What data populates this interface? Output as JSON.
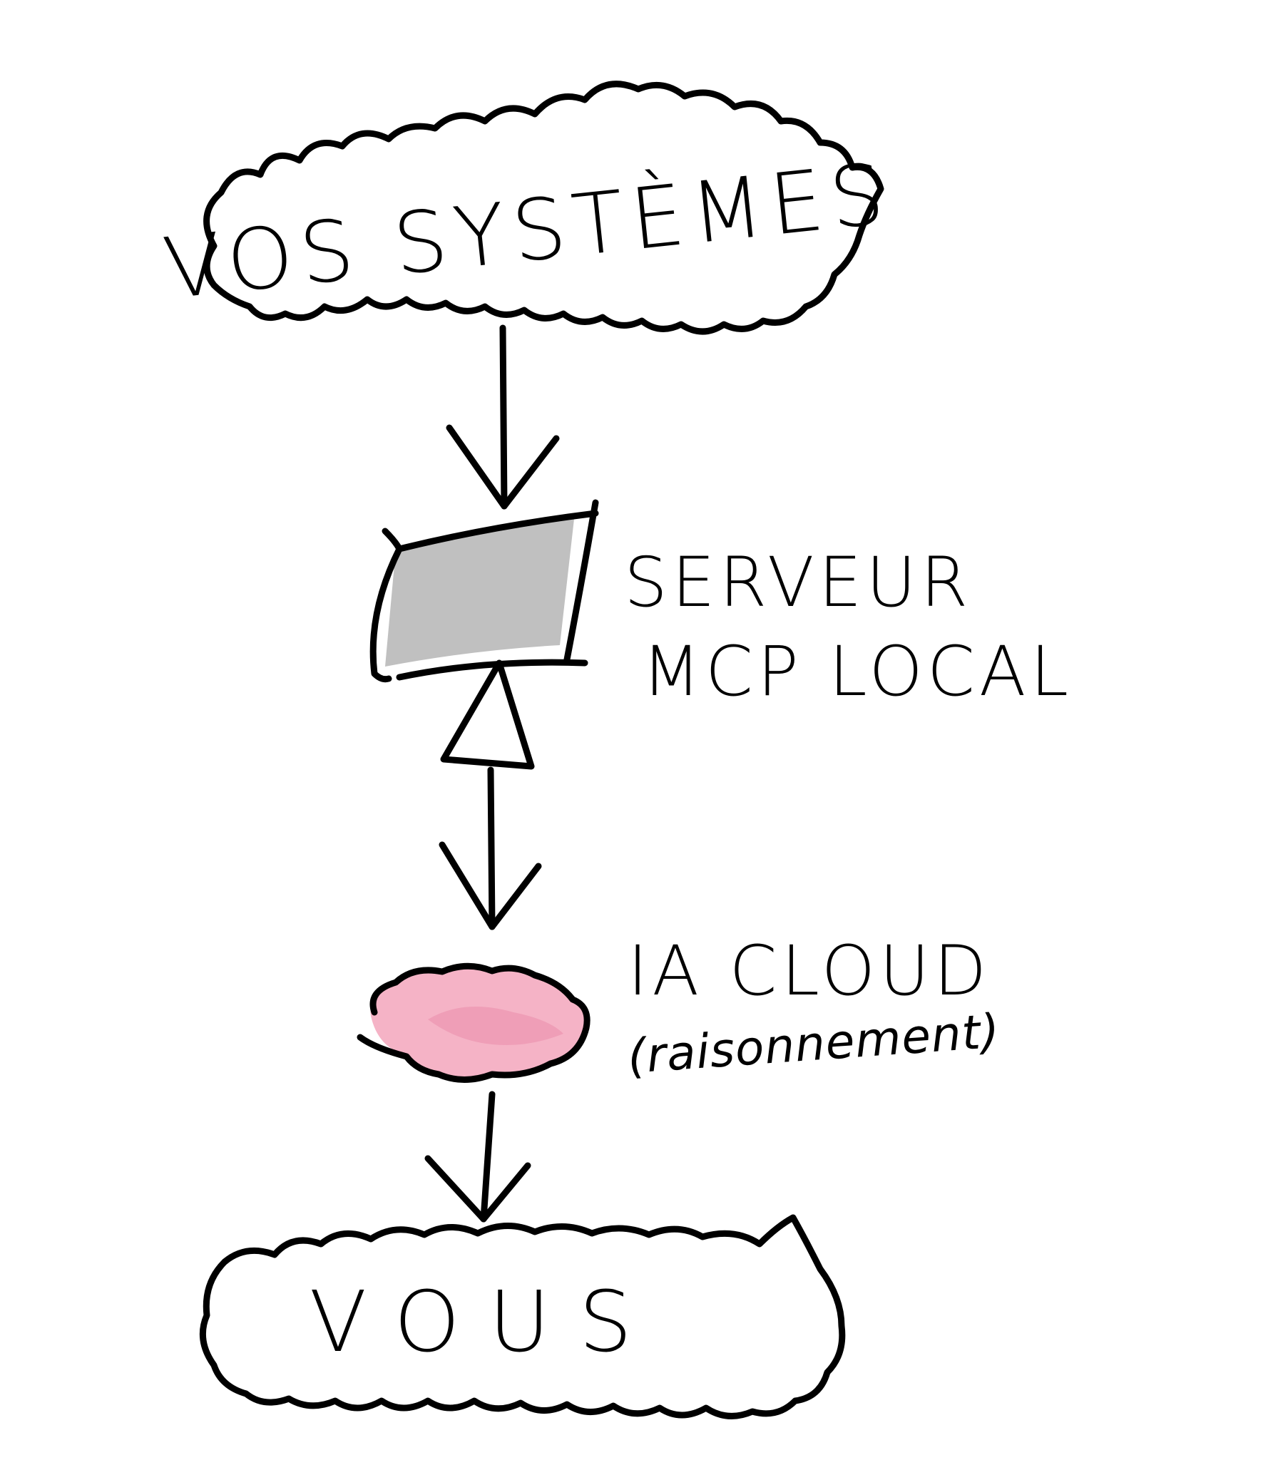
{
  "nodes": {
    "systems": {
      "label": "VOS SYSTÈMES"
    },
    "server": {
      "label_line1": "SERVEUR",
      "label_line2": "MCP LOCAL",
      "fill_color": "#bdbdbd"
    },
    "ai": {
      "label_line1": "IA CLOUD",
      "label_line2": "(raisonnement)",
      "fill_color": "#f5b3c6"
    },
    "user": {
      "label": "VOUS"
    }
  },
  "colors": {
    "ink": "#000000",
    "background": "#ffffff"
  }
}
